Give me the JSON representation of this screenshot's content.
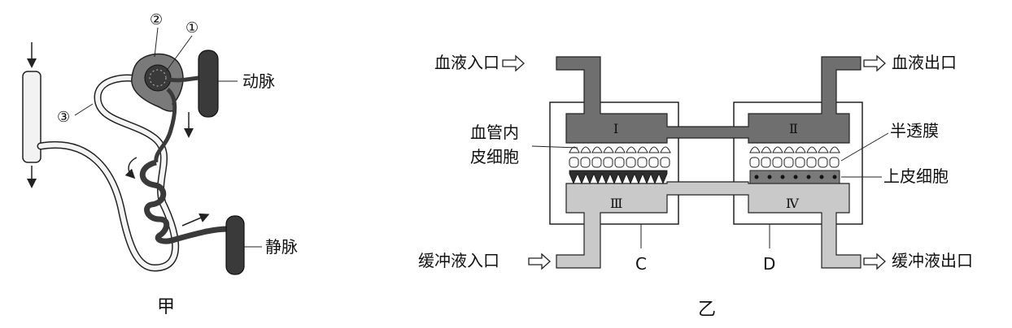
{
  "left_figure": {
    "caption": "甲",
    "markers": [
      "①",
      "②",
      "③"
    ],
    "labels": {
      "artery": "动脉",
      "vein": "静脉"
    }
  },
  "right_figure": {
    "caption": "乙",
    "labels": {
      "blood_inlet": "血液入口",
      "blood_outlet": "血液出口",
      "endothelial_line1": "血管内",
      "endothelial_line2": "皮细胞",
      "semipermeable": "半透膜",
      "epithelial": "上皮细胞",
      "buffer_inlet": "缓冲液入口",
      "buffer_outlet": "缓冲液出口"
    },
    "chambers": [
      "Ⅰ",
      "Ⅱ",
      "Ⅲ",
      "Ⅳ"
    ],
    "units": [
      "C",
      "D"
    ]
  },
  "colors": {
    "dark_fill": "#6f6f6f",
    "light_fill": "#c9c9c9",
    "line": "#222222"
  }
}
